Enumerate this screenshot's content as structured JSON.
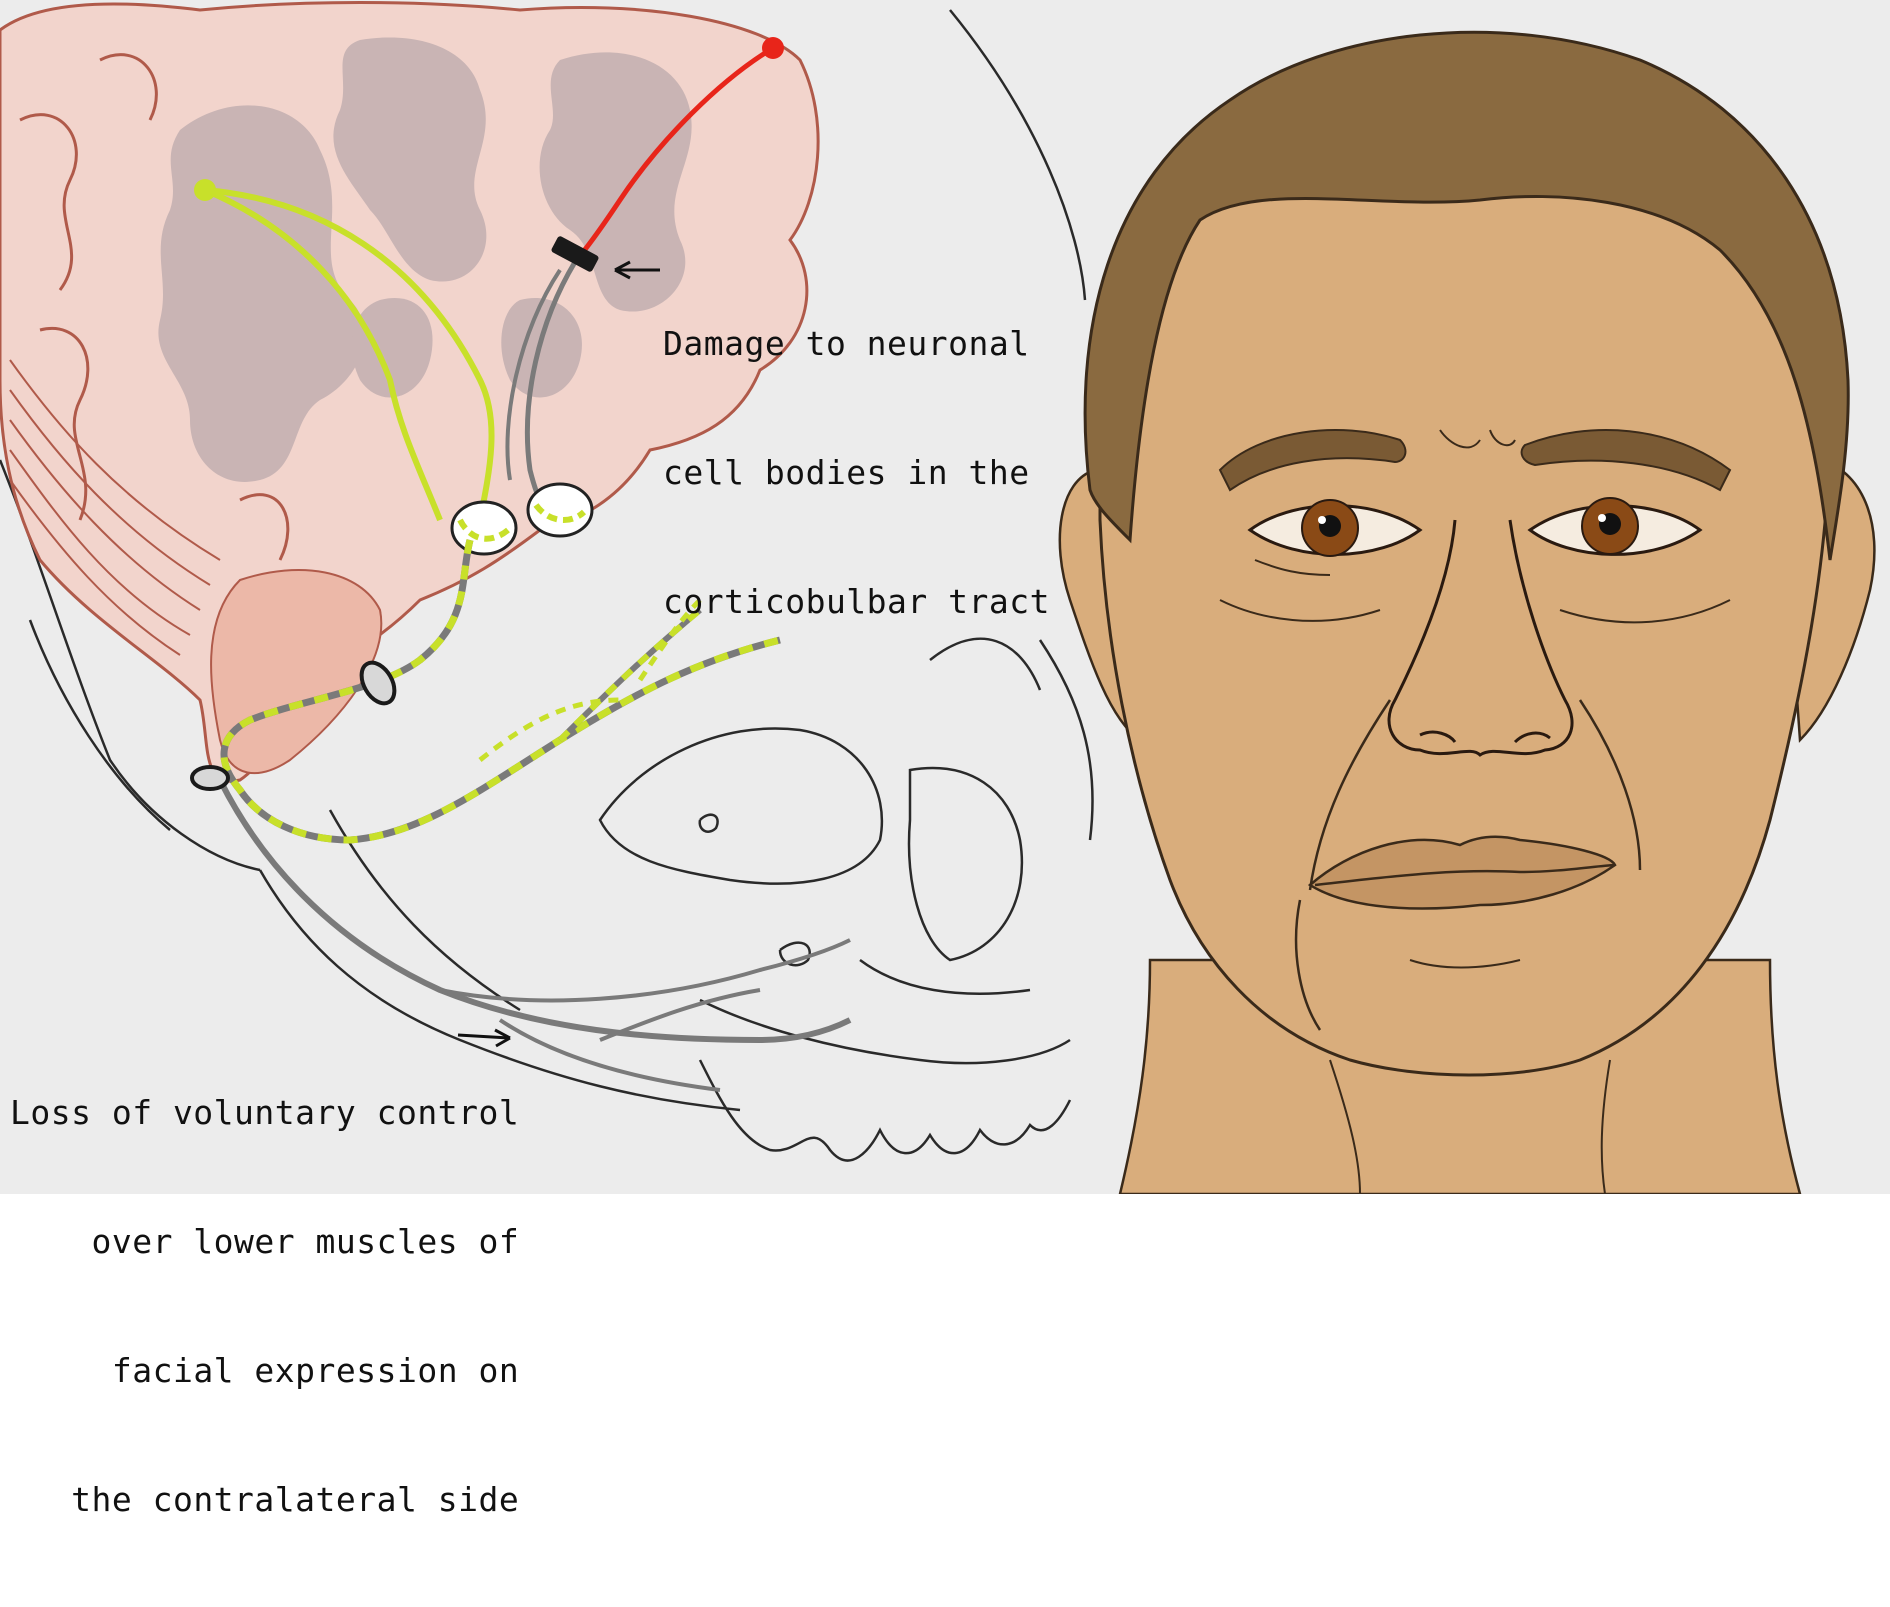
{
  "annotations": {
    "damage": {
      "lines": [
        "Damage to neuronal",
        "cell bodies in the",
        "corticobulbar tract"
      ]
    },
    "loss": {
      "lines": [
        "Loss of voluntary control",
        "over lower muscles of",
        "facial expression on",
        "the contralateral side"
      ]
    }
  },
  "colors": {
    "background": "#ececec",
    "brain_tissue": "#f2d4cc",
    "brain_outline": "#b05a4a",
    "white_matter": "#c9b4b4",
    "nerve_pathway": "#c8e02a",
    "damaged_pathway": "#e8251a",
    "nerve_gray": "#7a7a7a",
    "skin": "#d9ad7c",
    "hair": "#8a6a40",
    "iris": "#8a4a16",
    "lips": "#c49564"
  }
}
